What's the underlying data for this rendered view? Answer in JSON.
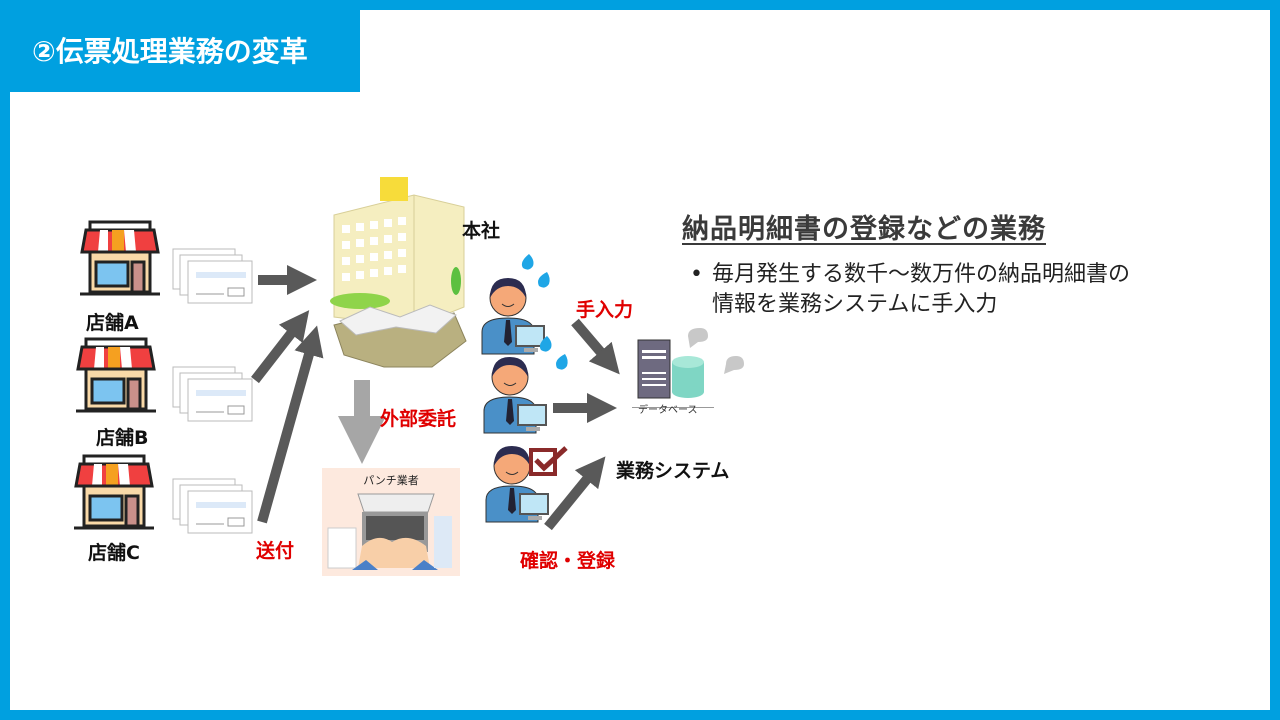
{
  "title": "②伝票処理業務の変革",
  "stores": [
    {
      "label": "店舗A"
    },
    {
      "label": "店舗B"
    },
    {
      "label": "店舗C"
    }
  ],
  "labels": {
    "headquarters": "本社",
    "send": "送付",
    "outsource": "外部委託",
    "punch_vendor": "パンチ業者",
    "manual_input": "手入力",
    "database": "データベース",
    "business_system": "業務システム",
    "confirm_register": "確認・登録"
  },
  "description": {
    "heading": "納品明細書の登録などの業務",
    "bullet_line1": "毎月発生する数千〜数万件の納品明細書の",
    "bullet_line2": "情報を業務システムに手入力"
  },
  "colors": {
    "accent": "#00a0e0",
    "arrow": "#595959",
    "red": "#e00000"
  }
}
